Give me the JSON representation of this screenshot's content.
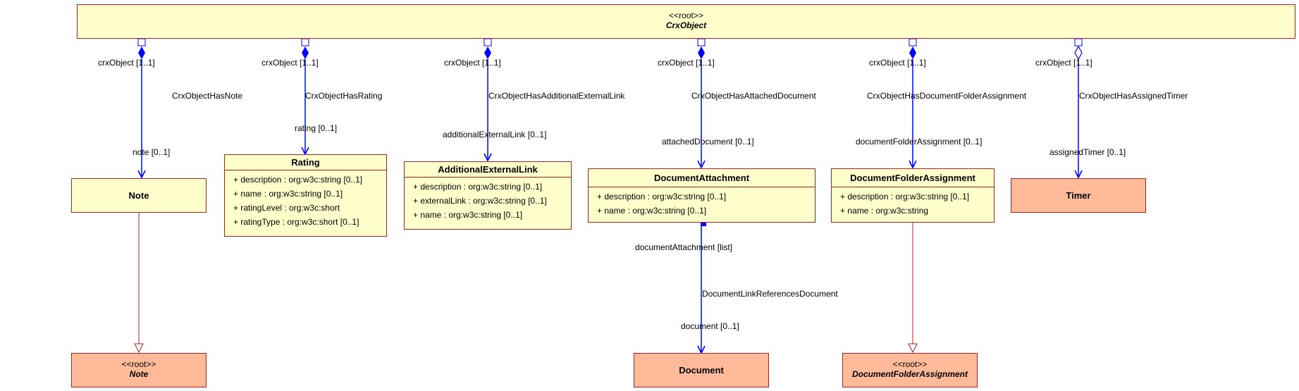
{
  "root": {
    "stereotype": "<<root>>",
    "name": "CrxObject"
  },
  "classes": {
    "note": {
      "name": "Note"
    },
    "rating": {
      "name": "Rating",
      "attributes": [
        "+ description : org:w3c:string [0..1]",
        "+ name : org:w3c:string [0..1]",
        "+ ratingLevel : org:w3c:short",
        "+ ratingType : org:w3c:short [0..1]"
      ]
    },
    "additional_external_link": {
      "name": "AdditionalExternalLink",
      "attributes": [
        "+ description : org:w3c:string [0..1]",
        "+ externalLink : org:w3c:string [0..1]",
        "+ name : org:w3c:string [0..1]"
      ]
    },
    "document_attachment": {
      "name": "DocumentAttachment",
      "attributes": [
        "+ description : org:w3c:string [0..1]",
        "+ name : org:w3c:string [0..1]"
      ]
    },
    "document_folder_assignment": {
      "name": "DocumentFolderAssignment",
      "attributes": [
        "+ description : org:w3c:string [0..1]",
        "+ name : org:w3c:string"
      ]
    },
    "timer": {
      "name": "Timer"
    },
    "note_root": {
      "stereotype": "<<root>>",
      "name": "Note"
    },
    "document": {
      "name": "Document"
    },
    "dfa_root": {
      "stereotype": "<<root>>",
      "name": "DocumentFolderAssignment"
    }
  },
  "associations": [
    {
      "source_role": "crxObject [1..1]",
      "name": "CrxObjectHasNote",
      "target_role": "note [0..1]"
    },
    {
      "source_role": "crxObject [1..1]",
      "name": "CrxObjectHasRating",
      "target_role": "rating [0..1]"
    },
    {
      "source_role": "crxObject [1..1]",
      "name": "CrxObjectHasAdditionalExternalLink",
      "target_role": "additionalExternalLink [0..1]"
    },
    {
      "source_role": "crxObject [1..1]",
      "name": "CrxObjectHasAttachedDocument",
      "target_role": "attachedDocument [0..1]"
    },
    {
      "source_role": "crxObject [1..1]",
      "name": "CrxObjectHasDocumentFolderAssignment",
      "target_role": "documentFolderAssignment [0..1]"
    },
    {
      "source_role": "crxObject [1..1]",
      "name": "CrxObjectHasAssignedTimer",
      "target_role": "assignedTimer [0..1]"
    },
    {
      "source_role": "documentAttachment [list]",
      "name": "DocumentLinkReferencesDocument",
      "target_role": "document [0..1]"
    }
  ],
  "colors": {
    "class_fill": "#ffffcc",
    "root_fill": "#ffbb99",
    "border": "#b22222",
    "association": "#0000ff"
  }
}
